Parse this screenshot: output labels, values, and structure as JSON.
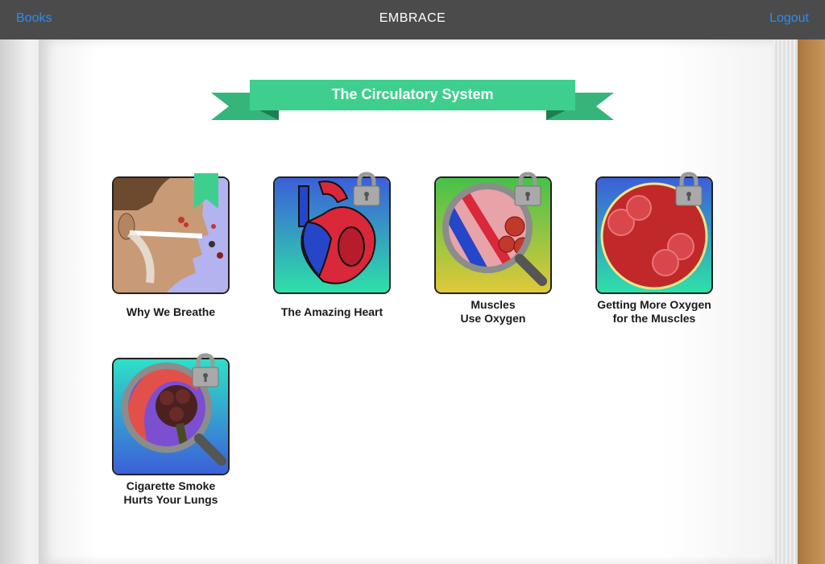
{
  "topbar": {
    "left_label": "Books",
    "title": "EMBRACE",
    "right_label": "Logout"
  },
  "banner": {
    "title": "The Circulatory System",
    "color": "#3ecf8e"
  },
  "chapters": [
    {
      "title": "Why We Breathe",
      "locked": false,
      "bookmarked": true,
      "icon": "breathing-face-icon"
    },
    {
      "title": "The Amazing Heart",
      "locked": true,
      "icon": "heart-icon"
    },
    {
      "title_line1": "Muscles",
      "title_line2": "Use Oxygen",
      "locked": true,
      "icon": "magnified-muscle-icon"
    },
    {
      "title_line1": "Getting More Oxygen",
      "title_line2": "for the Muscles",
      "locked": true,
      "icon": "red-blood-cells-icon"
    },
    {
      "title_line1": "Cigarette Smoke",
      "title_line2": "Hurts Your Lungs",
      "locked": true,
      "icon": "smoke-lungs-icon"
    }
  ],
  "colors": {
    "topbar_bg": "#4b4b4b",
    "link": "#2d8cf0",
    "lock_gray": "#a9a9a9",
    "cover": "#b9864e"
  }
}
